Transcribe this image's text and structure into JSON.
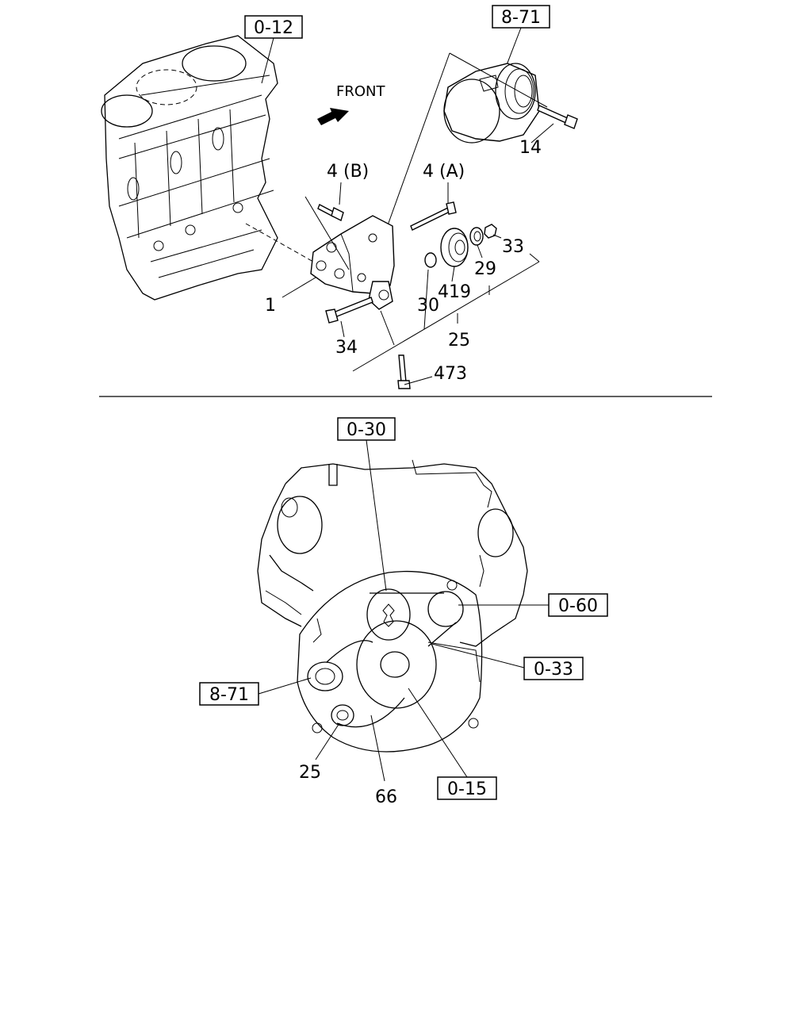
{
  "front_label": "FRONT",
  "ref_boxes": {
    "block_top": "0-12",
    "compressor_top": "8-71",
    "b_0_30": "0-30",
    "b_0_60": "0-60",
    "b_0_33": "0-33",
    "compressor_bottom": "8-71",
    "b_0_15": "0-15"
  },
  "part_labels": {
    "p14": "14",
    "p4b": "4 (B)",
    "p4a": "4 (A)",
    "p33": "33",
    "p29": "29",
    "p419": "419",
    "p30": "30",
    "p1": "1",
    "p34": "34",
    "p25_top": "25",
    "p473": "473",
    "p25_bottom": "25",
    "p66": "66"
  }
}
